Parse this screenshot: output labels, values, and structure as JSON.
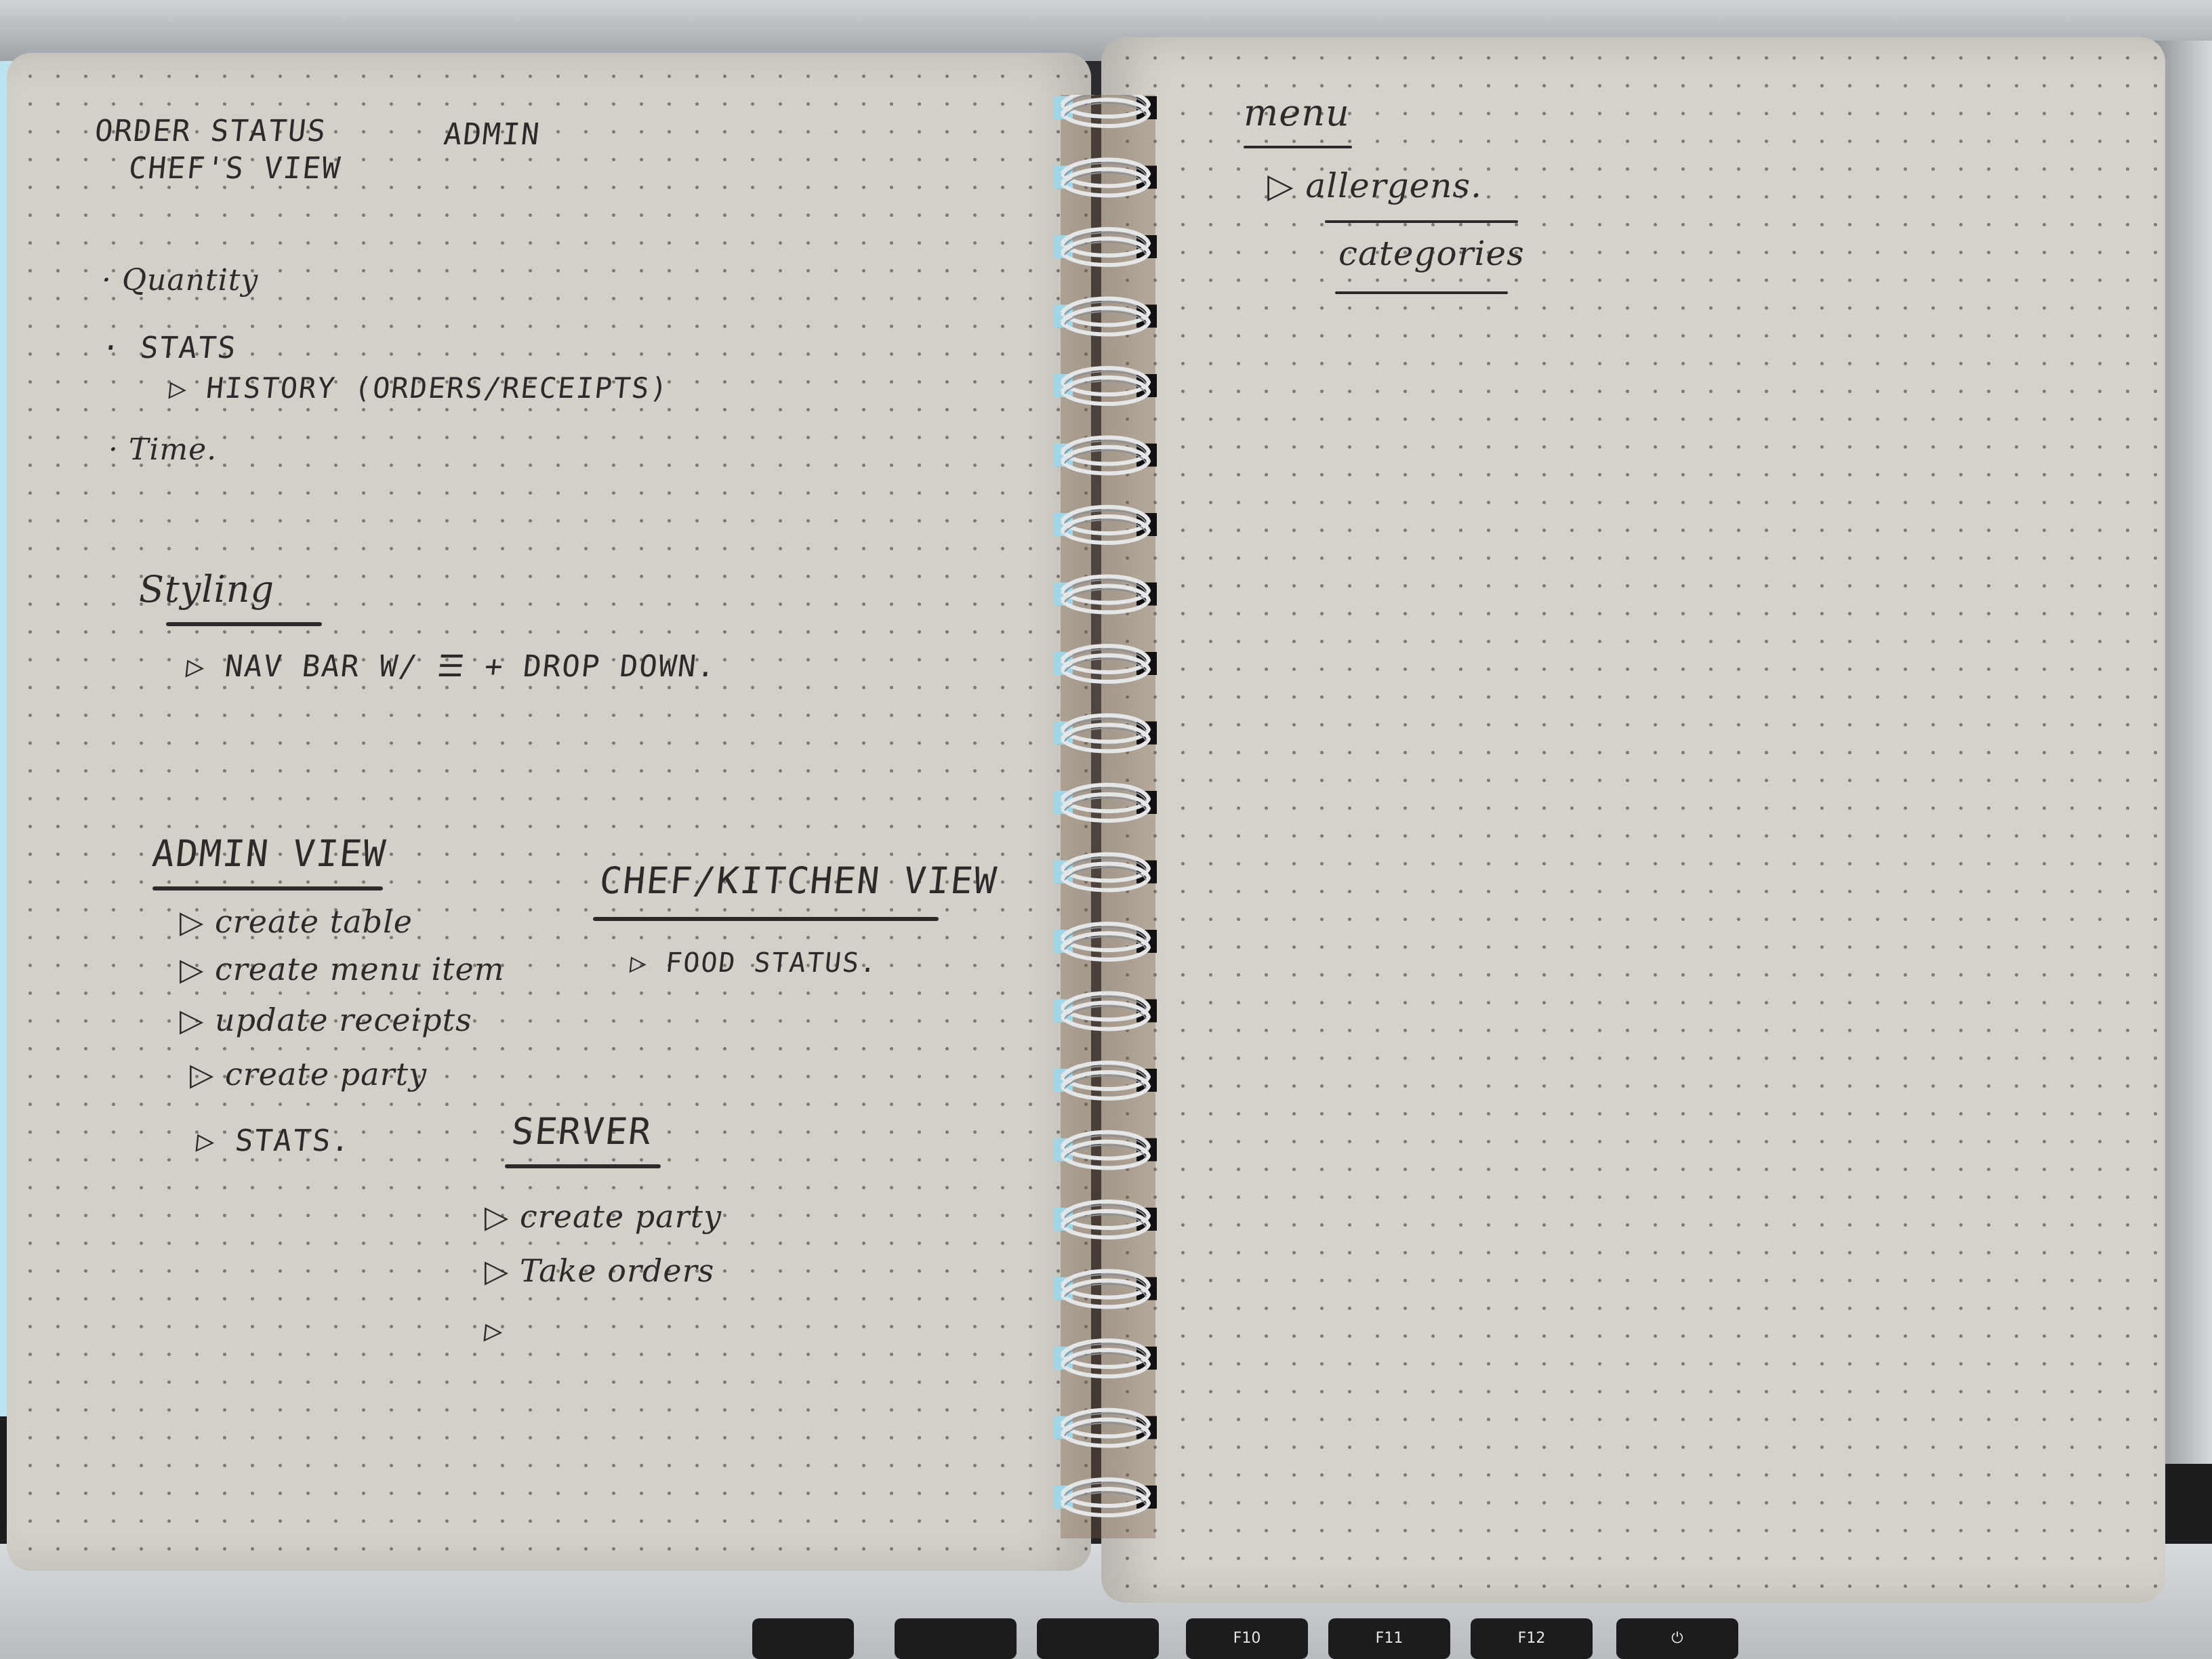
{
  "left_page": {
    "header_left_1": "ORDER STATUS",
    "header_left_2": "CHEF'S VIEW",
    "header_admin": "ADMIN",
    "bullet_1": "· Quantity",
    "bullet_2": "· STATS",
    "bullet_2_sub": "▷ HISTORY (ORDERS/RECEIPTS)",
    "bullet_3": "· Time.",
    "styling_heading": "Styling",
    "styling_item": "▷ NAV BAR W/ ☰ + DROP DOWN.",
    "admin_heading": "ADMIN VIEW",
    "admin_items": [
      "▷ create table",
      "▷ create menu item",
      "▷ update receipts",
      "▷ create party",
      "▷ STATS."
    ],
    "chef_heading": "CHEF/KITCHEN VIEW",
    "chef_items": [
      "▷ FOOD STATUS."
    ],
    "server_heading": "SERVER",
    "server_items": [
      "▷ create party",
      "▷ Take orders",
      "▷"
    ]
  },
  "right_page": {
    "menu_heading": "menu",
    "menu_items": [
      "▷ allergens.",
      "categories"
    ]
  },
  "keyboard": {
    "keys": [
      "F10",
      "F11",
      "F12",
      "⏻"
    ]
  }
}
